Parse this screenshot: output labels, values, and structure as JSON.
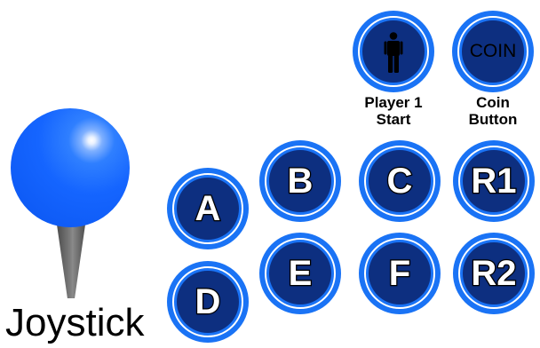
{
  "joystick": {
    "label": "Joystick"
  },
  "buttons": {
    "start": {
      "label": "Player 1\nStart",
      "line1": "Player 1",
      "line2": "Start"
    },
    "coin": {
      "text": "COIN",
      "line1": "Coin",
      "line2": "Button"
    },
    "a": "A",
    "b": "B",
    "c": "C",
    "r1": "R1",
    "d": "D",
    "e": "E",
    "f": "F",
    "r2": "R2"
  },
  "colors": {
    "button_outer": "#1a73f5",
    "button_inner": "#0d2f80",
    "ring": "#ffffff",
    "stick": "#6e6e6e"
  },
  "icons": {
    "start": "person-icon"
  }
}
